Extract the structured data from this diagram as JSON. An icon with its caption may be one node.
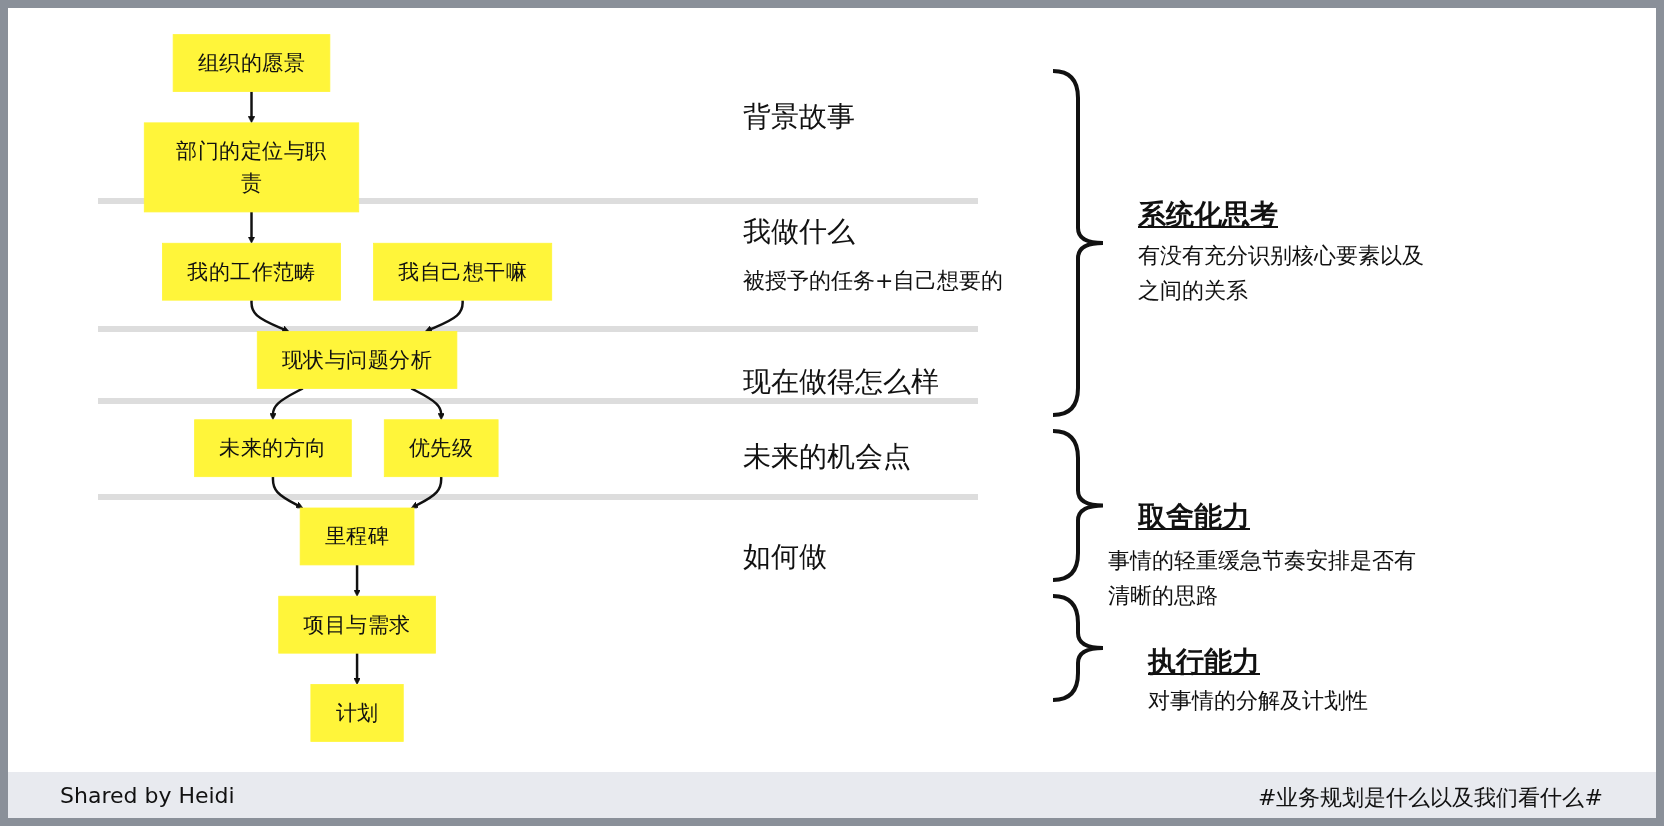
{
  "diagram": {
    "nodes": [
      {
        "text": [
          "组织的愿景"
        ]
      },
      {
        "text": [
          "部门的定位与职责"
        ]
      },
      {
        "text": [
          "我的工作范畴"
        ]
      },
      {
        "text": [
          "我自己想干嘛"
        ]
      },
      {
        "text": [
          "现状与问题分析"
        ]
      },
      {
        "text": [
          "未来的方向"
        ]
      },
      {
        "text": [
          "优先级"
        ]
      },
      {
        "text": [
          "里程碑"
        ]
      },
      {
        "text": [
          "项目与需求"
        ]
      },
      {
        "text": [
          "计划"
        ]
      }
    ],
    "edges": [
      {
        "from": 0,
        "to": 1,
        "arrow": "to"
      },
      {
        "from": 1,
        "to": 2,
        "arrow": "to"
      },
      {
        "from": 2,
        "to": 4,
        "arrow": "to"
      },
      {
        "from": 3,
        "to": 4,
        "arrow": "to"
      },
      {
        "from": 4,
        "to": 5,
        "arrow": "to"
      },
      {
        "from": 4,
        "to": 6,
        "arrow": "to"
      },
      {
        "from": 5,
        "to": 7,
        "arrow": "to"
      },
      {
        "from": 6,
        "to": 7,
        "arrow": "to"
      },
      {
        "from": 7,
        "to": 8,
        "arrow": "to"
      },
      {
        "from": 8,
        "to": 9,
        "arrow": "to"
      }
    ],
    "labels": [
      "背景故事",
      "我做什么",
      "被授予的任务+自己想要的",
      "现在做得怎么样",
      "未来的机会点",
      "如何做",
      "系统化思考",
      "有没有充分识别核心要素以及之间的关系",
      "取舍能力",
      "事情的轻重缓急节奏安排是否有清晰的思路",
      "执行能力",
      "对事情的分解及计划性",
      "Shared by Heidi",
      "#业务规划是什么以及我们看什么#"
    ]
  }
}
